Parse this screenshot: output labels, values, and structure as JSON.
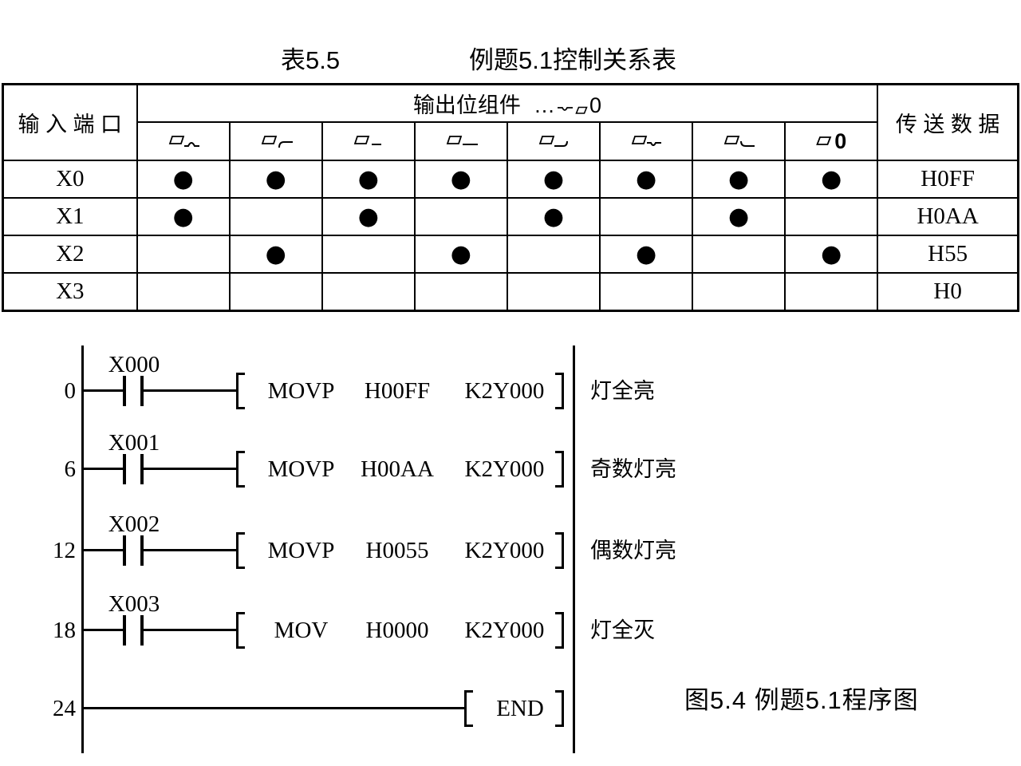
{
  "page": {
    "background": "#ffffff",
    "ink": "#000000"
  },
  "table": {
    "number": "表5.5",
    "title": "例题5.1控制关系表",
    "input_header": "输 入 端 口",
    "output_header": "输出位组件",
    "output_header_ellipsis": "…",
    "output_header_bit0_digit": "0",
    "transfer_header": "传 送 数 据",
    "bit_columns": [
      "bit-7",
      "bit-6",
      "bit-5",
      "bit-4",
      "bit-3",
      "bit-2",
      "bit-1",
      "bit-0"
    ],
    "bit0_column_digit": "0",
    "dot_symbol": "●",
    "rows": [
      {
        "label": "X0",
        "cells": [
          "●",
          "●",
          "●",
          "●",
          "●",
          "●",
          "●",
          "●"
        ],
        "data": "H0FF"
      },
      {
        "label": "X1",
        "cells": [
          "●",
          "",
          "●",
          "",
          "●",
          "",
          "●",
          ""
        ],
        "data": "H0AA"
      },
      {
        "label": "X2",
        "cells": [
          "",
          "●",
          "",
          "●",
          "",
          "●",
          "",
          "●"
        ],
        "data": "H55"
      },
      {
        "label": "X3",
        "cells": [
          "",
          "",
          "",
          "",
          "",
          "",
          "",
          ""
        ],
        "data": "H0"
      }
    ]
  },
  "ladder": {
    "rungs": [
      {
        "step": "0",
        "contact": "X000",
        "instruction": {
          "op": "MOVP",
          "operand1": "H00FF",
          "operand2": "K2Y000"
        },
        "comment": "灯全亮"
      },
      {
        "step": "6",
        "contact": "X001",
        "instruction": {
          "op": "MOVP",
          "operand1": "H00AA",
          "operand2": "K2Y000"
        },
        "comment": "奇数灯亮"
      },
      {
        "step": "12",
        "contact": "X002",
        "instruction": {
          "op": "MOVP",
          "operand1": "H0055",
          "operand2": "K2Y000"
        },
        "comment": "偶数灯亮"
      },
      {
        "step": "18",
        "contact": "X003",
        "instruction": {
          "op": "MOV",
          "operand1": "H0000",
          "operand2": "K2Y000"
        },
        "comment": "灯全灭"
      },
      {
        "step": "24",
        "instruction": {
          "op": "END"
        }
      }
    ]
  },
  "caption": "图5.4  例题5.1程序图"
}
